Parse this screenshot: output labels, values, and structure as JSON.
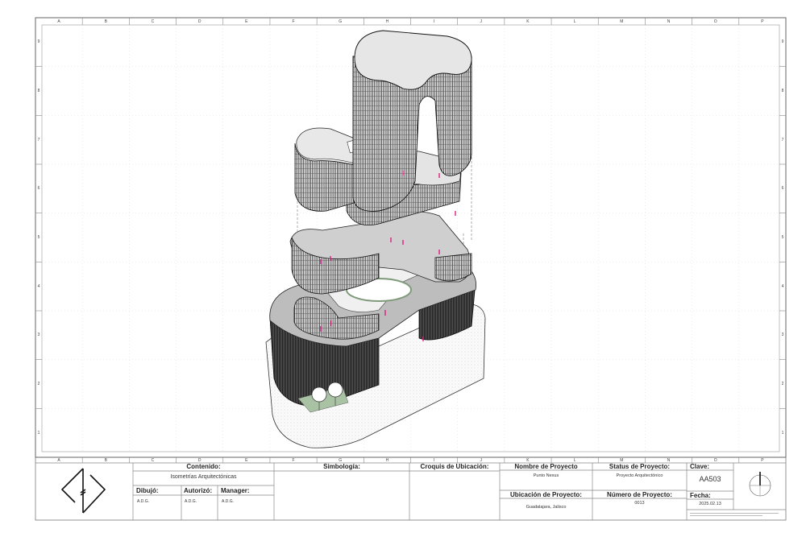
{
  "grid": {
    "columns": [
      "A",
      "B",
      "C",
      "D",
      "E",
      "F",
      "G",
      "H",
      "I",
      "J",
      "K",
      "L",
      "M",
      "N",
      "O",
      "P"
    ],
    "rows": [
      "9",
      "8",
      "7",
      "6",
      "5",
      "4",
      "3",
      "2",
      "1"
    ]
  },
  "title_block": {
    "contenido_label": "Contenido:",
    "contenido_value": "Isometrías Arquitectónicas",
    "dibujo_label": "Dibujó:",
    "dibujo_value": "A.D.G.",
    "autorizo_label": "Autorizó:",
    "autorizo_value": "A.D.G.",
    "manager_label": "Manager:",
    "manager_value": "A.D.G.",
    "simbologia_label": "Simbología:",
    "croquis_label": "Croquis de Ubicación:",
    "nombre_label": "Nombre de Proyecto",
    "nombre_value": "Punto Nexus",
    "status_label": "Status de Proyecto:",
    "status_value": "Proyecto Arquitectónico",
    "ubicacion_label": "Ubicación de Proyecto:",
    "ubicacion_value": "Guadalajara, Jalisco",
    "numero_label": "Número de Proyecto:",
    "numero_value": "0013",
    "clave_label": "Clave:",
    "clave_value": "AA503",
    "fecha_label": "Fecha:",
    "fecha_value": "2025.02.13"
  },
  "colors": {
    "accent_markers": "#e0107a",
    "lawn": "#a9c2a4",
    "roof": "#bdbdbd"
  }
}
